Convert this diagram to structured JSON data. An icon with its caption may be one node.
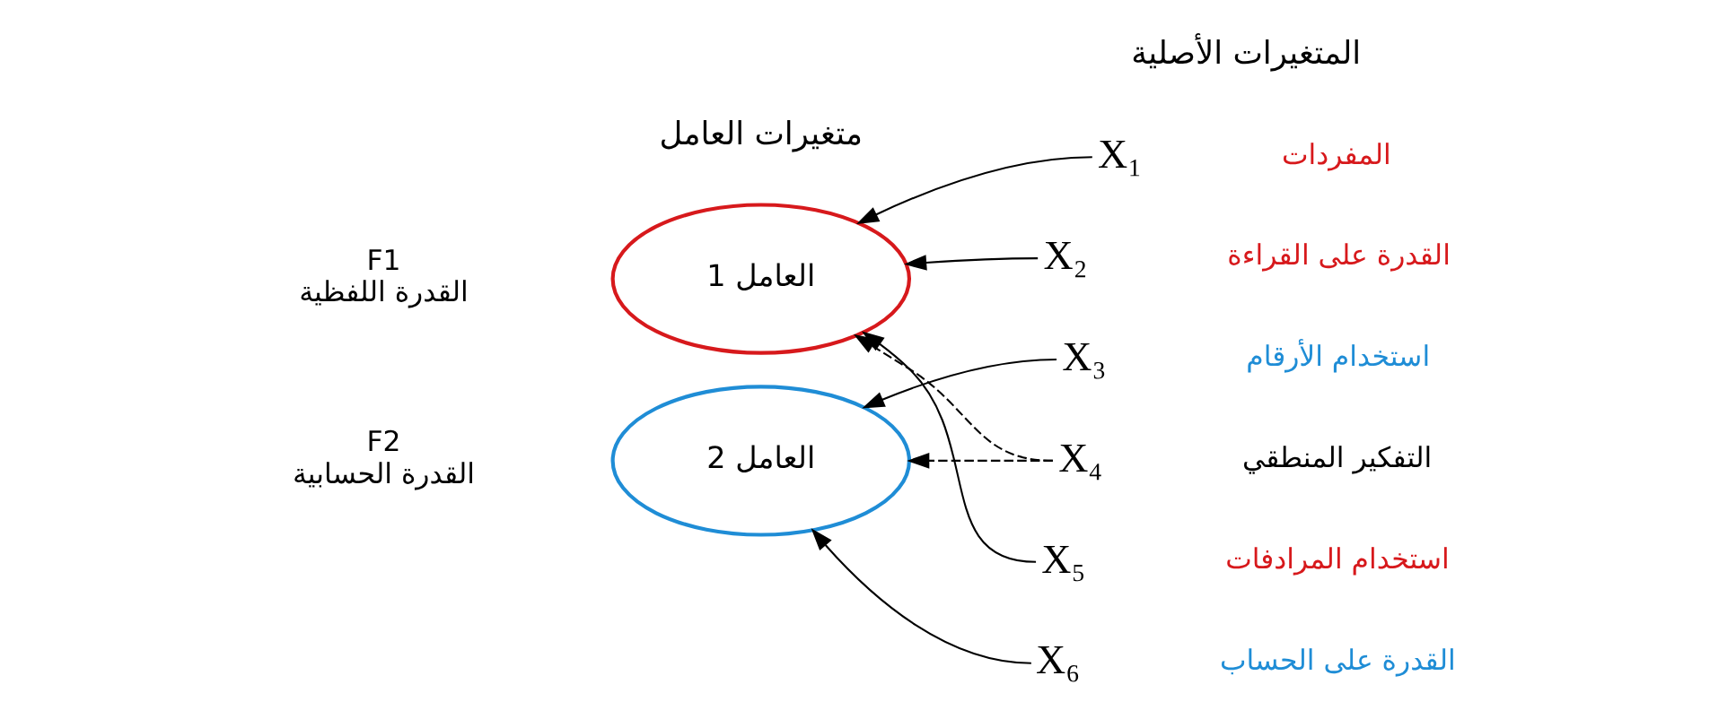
{
  "diagram": {
    "nodes": [
      {
        "text": [
          "العامل 1"
        ],
        "beside": [
          "F1",
          "القدرة اللفظية"
        ]
      },
      {
        "text": [
          "العامل 2"
        ],
        "beside": [
          "F2",
          "القدرة الحسابية"
        ]
      },
      {
        "text": [
          "X₁"
        ],
        "beside": [
          "المفردات"
        ]
      },
      {
        "text": [
          "X₂"
        ],
        "beside": [
          "القدرة على القراءة"
        ]
      },
      {
        "text": [
          "X₃"
        ],
        "beside": [
          "استخدام الأرقام"
        ]
      },
      {
        "text": [
          "X₄"
        ],
        "beside": [
          "التفكير المنطقي"
        ]
      },
      {
        "text": [
          "X₅"
        ],
        "beside": [
          "استخدام المرادفات"
        ]
      },
      {
        "text": [
          "X₆"
        ],
        "beside": [
          "القدرة على الحساب"
        ]
      }
    ],
    "edges": [
      {
        "from": 2,
        "to": 0,
        "arrow": "to"
      },
      {
        "from": 3,
        "to": 0,
        "arrow": "to"
      },
      {
        "from": 4,
        "to": 1,
        "arrow": "to"
      },
      {
        "from": 5,
        "to": 0,
        "arrow": "to",
        "style": "dashed"
      },
      {
        "from": 5,
        "to": 1,
        "arrow": "to",
        "style": "dashed"
      },
      {
        "from": 6,
        "to": 0,
        "arrow": "to"
      },
      {
        "from": 7,
        "to": 1,
        "arrow": "to"
      }
    ],
    "labels": [
      "متغيرات العامل",
      "المتغيرات الأصلية"
    ]
  }
}
